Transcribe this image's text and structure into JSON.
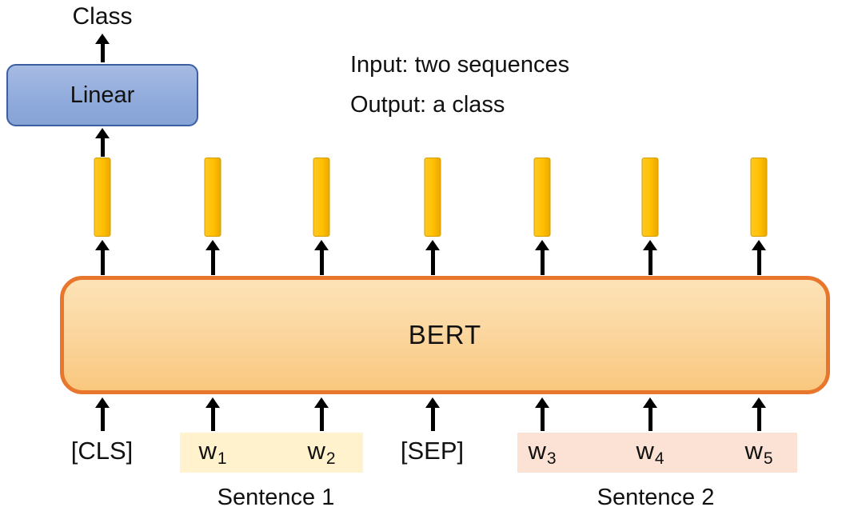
{
  "labels": {
    "class_output": "Class",
    "linear": "Linear",
    "bert": "BERT"
  },
  "notes": {
    "input": "Input: two sequences",
    "output": "Output: a class"
  },
  "tokens": [
    {
      "base": "[CLS]",
      "sub": ""
    },
    {
      "base": "w",
      "sub": "1"
    },
    {
      "base": "w",
      "sub": "2"
    },
    {
      "base": "[SEP]",
      "sub": ""
    },
    {
      "base": "w",
      "sub": "3"
    },
    {
      "base": "w",
      "sub": "4"
    },
    {
      "base": "w",
      "sub": "5"
    }
  ],
  "sentences": {
    "sentence1": "Sentence 1",
    "sentence2": "Sentence 2"
  },
  "colors": {
    "linear_fill": "#8FAADC",
    "linear_border": "#3B5FA0",
    "embedding_fill": "#FFC000",
    "bert_fill": "#FBD49B",
    "bert_border": "#E8762C",
    "sentence1_highlight": "#FFF2CC",
    "sentence2_highlight": "#FBE2D5",
    "arrow": "#000000"
  }
}
